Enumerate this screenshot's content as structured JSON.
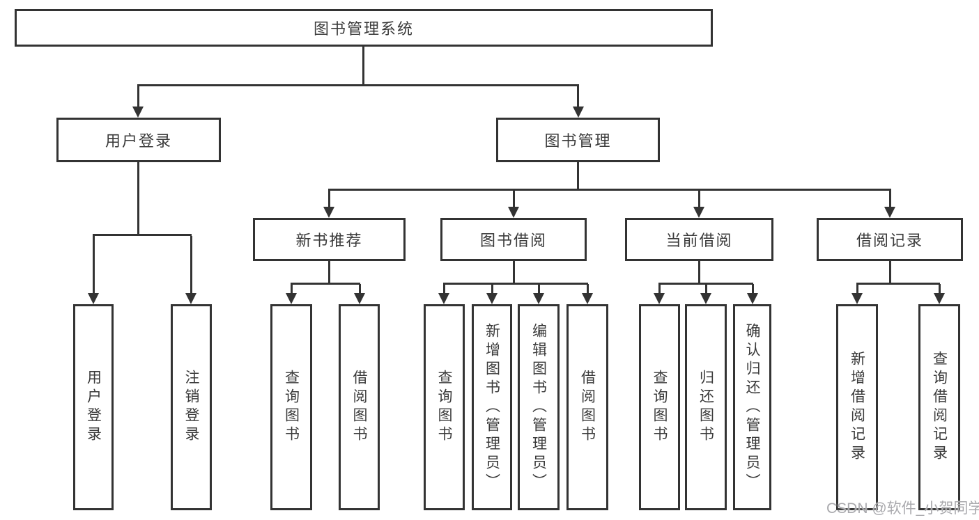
{
  "diagram": {
    "tree": {
      "label": "图书管理系统",
      "children": [
        {
          "label": "用户登录",
          "children": [
            {
              "label": "用户登录"
            },
            {
              "label": "注销登录"
            }
          ]
        },
        {
          "label": "图书管理",
          "children": [
            {
              "label": "新书推荐",
              "children": [
                {
                  "label": "查询图书"
                },
                {
                  "label": "借阅图书"
                }
              ]
            },
            {
              "label": "图书借阅",
              "children": [
                {
                  "label": "查询图书"
                },
                {
                  "label": "新增图书（管理员）"
                },
                {
                  "label": "编辑图书（管理员）"
                },
                {
                  "label": "借阅图书"
                }
              ]
            },
            {
              "label": "当前借阅",
              "children": [
                {
                  "label": "查询图书"
                },
                {
                  "label": "归还图书"
                },
                {
                  "label": "确认归还（管理员）"
                }
              ]
            },
            {
              "label": "借阅记录",
              "children": [
                {
                  "label": "新增借阅记录"
                },
                {
                  "label": "查询借阅记录"
                }
              ]
            }
          ]
        }
      ]
    },
    "watermark": "CSDN @软件_小贺同学",
    "colors": {
      "line": "#333333",
      "text": "#3a3a3a",
      "watermark": "#a9a9ad",
      "background": "#ffffff"
    }
  }
}
